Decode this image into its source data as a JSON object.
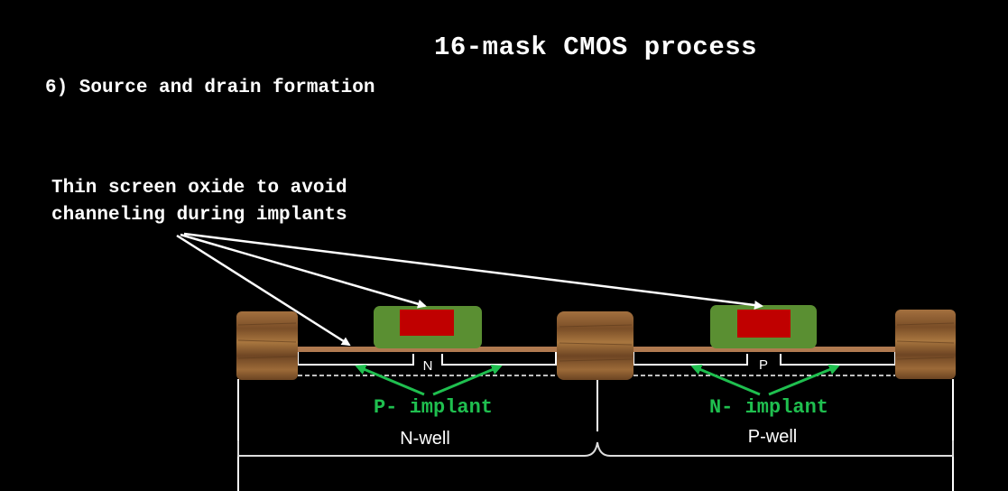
{
  "title": "16-mask CMOS process",
  "step": "6) Source and drain formation",
  "callout": {
    "line1": "Thin screen oxide to avoid",
    "line2": "channeling during implants"
  },
  "implants": {
    "left": "P- implant",
    "right": "N- implant"
  },
  "diffusion_labels": {
    "left": "N",
    "right": "P"
  },
  "wells": {
    "left": "N-well",
    "right": "P-well"
  },
  "colors": {
    "background": "#000000",
    "text": "#ffffff",
    "implant_arrow": "#1fbf4f",
    "gate_poly": "#c00000",
    "spacer": "#5a8f32",
    "field_oxide": "#8b5a2b",
    "screen_oxide": "#b07a50"
  }
}
